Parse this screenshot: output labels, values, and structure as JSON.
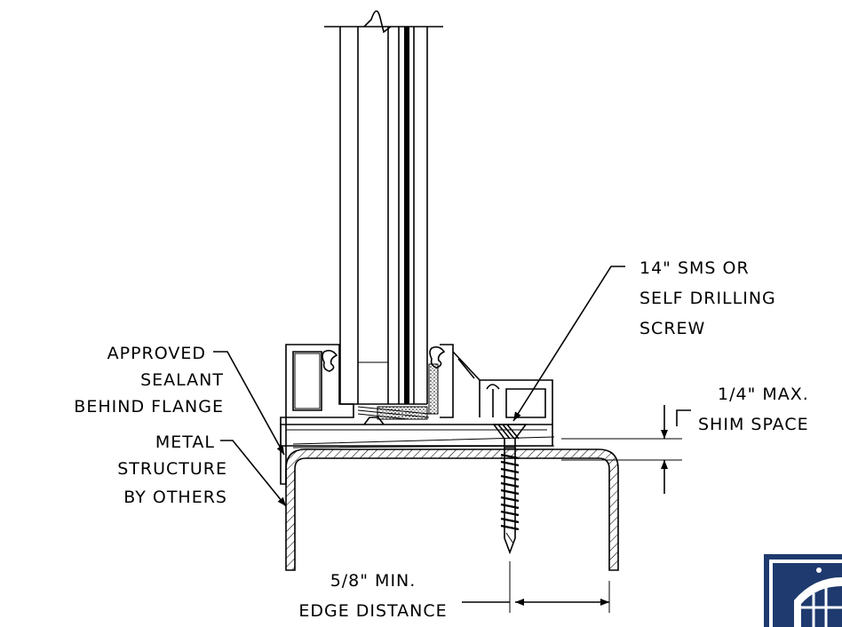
{
  "callouts": {
    "screw": [
      "14\" SMS OR",
      "SELF DRILLING",
      "SCREW"
    ],
    "sealant": [
      "APPROVED",
      "SEALANT",
      "BEHIND FLANGE"
    ],
    "shim": [
      "1/4\" MAX.",
      "SHIM SPACE"
    ],
    "structure": [
      "METAL",
      "STRUCTURE",
      "BY OTHERS"
    ],
    "edge": [
      "5/8\" MIN.",
      "EDGE DISTANCE"
    ]
  },
  "colors": {
    "line": "#000000",
    "logo_blue": "#1e3a6e"
  },
  "icons": {
    "logo": "window-arch-logo"
  }
}
